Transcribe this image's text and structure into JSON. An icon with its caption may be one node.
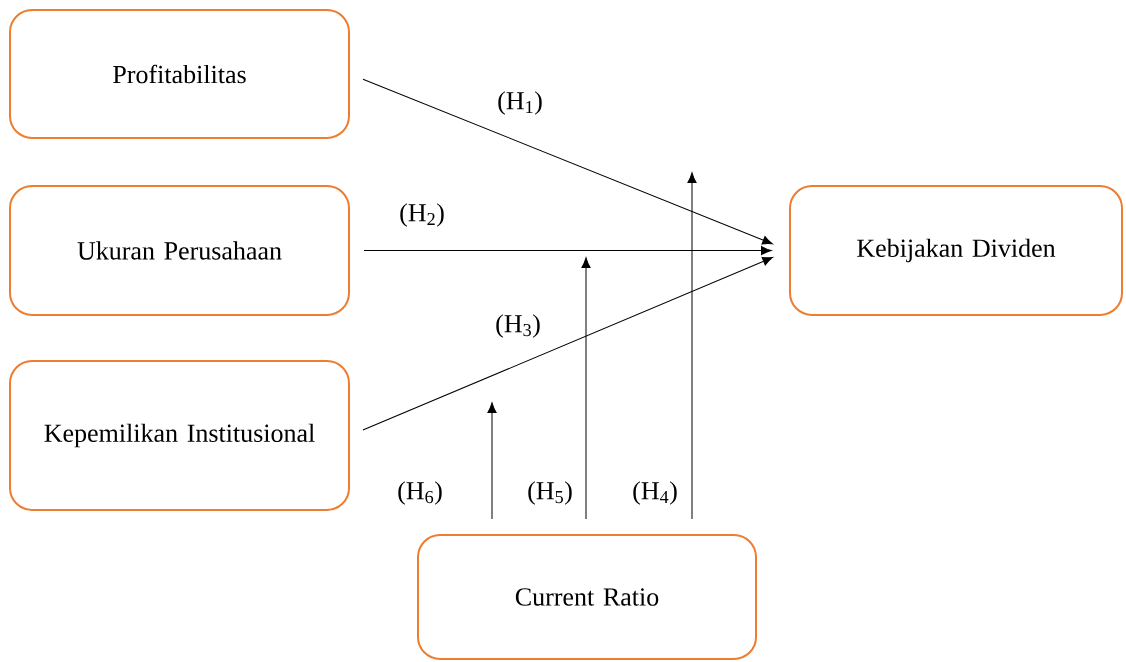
{
  "diagram": {
    "nodes": [
      {
        "text": [
          "Profitabilitas"
        ]
      },
      {
        "text": [
          "Ukuran Perusahaan"
        ]
      },
      {
        "text": [
          "Kepemilikan Institusional"
        ]
      },
      {
        "text": [
          "Kebijakan Dividen"
        ]
      },
      {
        "text": [
          "Current Ratio"
        ]
      }
    ],
    "edges": [
      {
        "from": 0,
        "to": 3,
        "arrow": "to",
        "label": "(H$_{1}$)"
      },
      {
        "from": 1,
        "to": 3,
        "arrow": "to",
        "label": "(H$_{2}$)"
      },
      {
        "from": 2,
        "to": 3,
        "arrow": "to",
        "label": "(H$_{3}$)"
      },
      {
        "from": 4,
        "to": null,
        "arrow": "to",
        "label": "(H$_{6}$)"
      },
      {
        "from": 4,
        "to": null,
        "arrow": "to",
        "label": "(H$_{5}$)"
      },
      {
        "from": 4,
        "to": null,
        "arrow": "to",
        "label": "(H$_{4}$)"
      }
    ]
  }
}
